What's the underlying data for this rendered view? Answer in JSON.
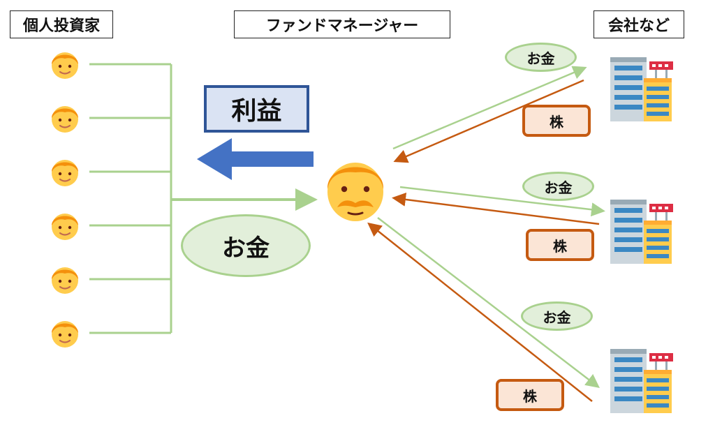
{
  "headers": {
    "investors": "個人投資家",
    "manager": "ファンドマネージャー",
    "companies": "会社など"
  },
  "labels": {
    "profit": "利益",
    "money": "お金",
    "stock": "株"
  },
  "colors": {
    "money_line": "#a9d18e",
    "money_fill": "#e2efda",
    "stock_line": "#c55a11",
    "stock_fill": "#fbe5d6",
    "profit_arrow": "#4472c4",
    "profit_border": "#2f5597",
    "profit_fill": "#dae3f3"
  },
  "icons": {
    "investor": "boy-face-icon",
    "manager": "mustache-man-face-icon",
    "company": "office-building-icon"
  }
}
